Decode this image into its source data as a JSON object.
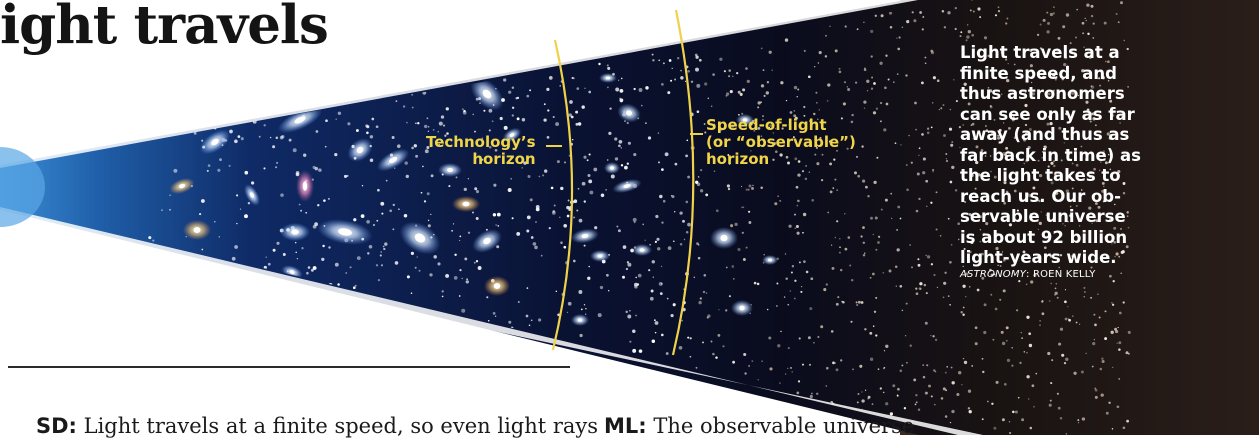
{
  "header": {
    "title_text": "ight travels"
  },
  "caption": {
    "lines": [
      "Light travels at a",
      "finite speed, and",
      "thus astronomers",
      "can see only as far",
      "away (and thus as",
      "far back in time) as",
      "the light takes to",
      "reach us. Our ob-",
      "servable universe",
      "is about 92 billion",
      "light-years wide."
    ],
    "credit_source": "ASTRONOMY",
    "credit_author": ": ROEN KELLY"
  },
  "labels": {
    "technology_horizon": [
      "Technology’s",
      "horizon"
    ],
    "observable_horizon": [
      "Speed-of-light",
      "(or “observable”)",
      "horizon"
    ]
  },
  "bottom": {
    "left_bold": "SD:",
    "left_text": " Light travels at a finite speed, so even light rays",
    "right_bold": "ML:",
    "right_text": " The observable universe"
  },
  "colors": {
    "horizon_line": "#efd24a",
    "label_yellow": "#f1d549",
    "deep_space": "#0a0d1c",
    "near_blue": "#2a79c0",
    "background_dark": "#140b08"
  }
}
